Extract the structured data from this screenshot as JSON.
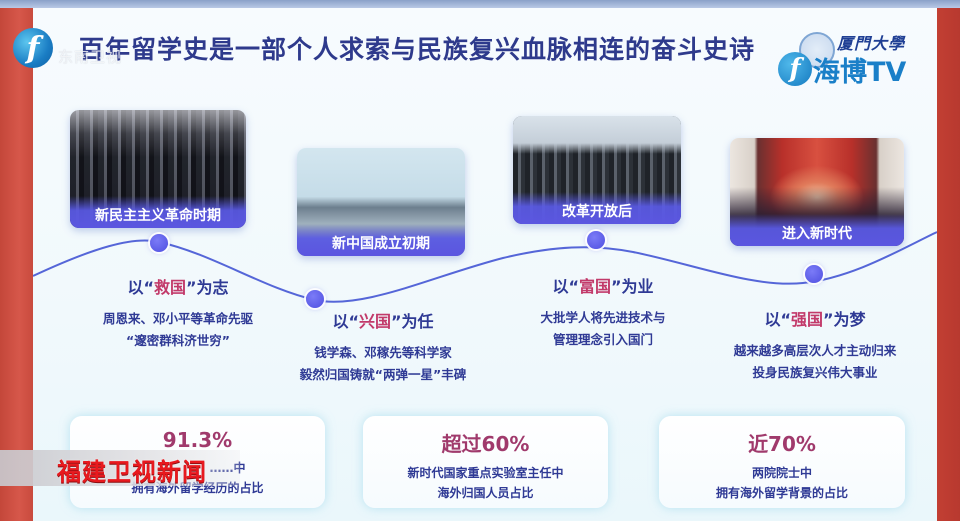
{
  "header": {
    "title": "百年留学史是一部个人求索与民族复兴血脉相连的奋斗史诗",
    "channel_logo_glyph": "f",
    "channel_watermark": "东南卫视",
    "partner_logo": {
      "university": "厦門大學",
      "brand_glyph": "f",
      "brand_text": "海博TV"
    }
  },
  "timeline": {
    "line_color": "#5566d8",
    "node_color": "#5a5ae6",
    "eras": [
      {
        "photo_caption": "新民主主义革命时期",
        "motto_prefix": "以“",
        "motto_key": "救国",
        "motto_suffix": "”为志",
        "desc_lines": [
          "周恩来、邓小平等革命先驱",
          "“邃密群科济世穷”"
        ]
      },
      {
        "photo_caption": "新中国成立初期",
        "motto_prefix": "以“",
        "motto_key": "兴国",
        "motto_suffix": "”为任",
        "desc_lines": [
          "钱学森、邓稼先等科学家",
          "毅然归国铸就“两弹一星”丰碑"
        ]
      },
      {
        "photo_caption": "改革开放后",
        "motto_prefix": "以“",
        "motto_key": "富国",
        "motto_suffix": "”为业",
        "desc_lines": [
          "大批学人将先进技术与",
          "管理理念引入国门"
        ]
      },
      {
        "photo_caption": "进入新时代",
        "motto_prefix": "以“",
        "motto_key": "强国",
        "motto_suffix": "”为梦",
        "desc_lines": [
          "越来越多高层次人才主动归来",
          "投身民族复兴伟大事业"
        ]
      }
    ]
  },
  "stats": [
    {
      "value": "91.3%",
      "label_lines": [
        "……中",
        "拥有海外留学经历的占比"
      ]
    },
    {
      "value": "超过60%",
      "label_lines": [
        "新时代国家重点实验室主任中",
        "海外归国人员占比"
      ]
    },
    {
      "value": "近70%",
      "label_lines": [
        "两院院士中",
        "拥有海外留学背景的占比"
      ]
    }
  ],
  "news_bug": {
    "text": "福建卫视新闻"
  },
  "colors": {
    "title": "#2e3a8c",
    "highlight": "#c23a6a",
    "stat_value": "#a03a6c",
    "caption_bar": "#5b56e0",
    "news_bug_text": "#e8191e",
    "wall_red": "#c84a3d"
  }
}
